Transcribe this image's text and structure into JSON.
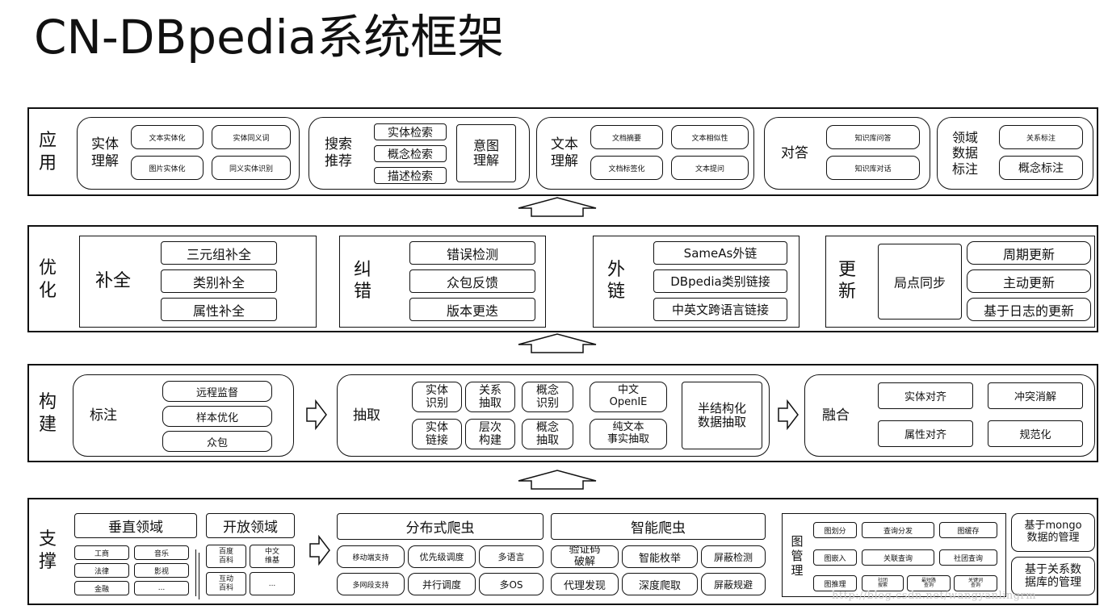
{
  "title": "CN-DBpedia系统框架",
  "watermark": "http://blog.csdn.net/wangyanlingrm",
  "app": {
    "name": "应\n用",
    "entity": {
      "label": "实体\n理解",
      "items": [
        "文本实体化",
        "实体同义词",
        "图片实体化",
        "同义实体识别"
      ]
    },
    "search": {
      "label": "搜索\n推荐",
      "items": [
        "实体检索",
        "概念检索",
        "描述检索"
      ],
      "intent": "意图\n理解"
    },
    "text": {
      "label": "文本\n理解",
      "items": [
        "文档摘要",
        "文本相似性",
        "文档标签化",
        "文本提问"
      ]
    },
    "qa": {
      "label": "对答",
      "items": [
        "知识库问答",
        "知识库对话"
      ]
    },
    "domain": {
      "label": "领域\n数据\n标注",
      "items": [
        "关系标注",
        "概念标注"
      ]
    }
  },
  "opt": {
    "name": "优\n化",
    "complete": {
      "label": "补全",
      "items": [
        "三元组补全",
        "类别补全",
        "属性补全"
      ]
    },
    "correct": {
      "label": "纠\n错",
      "items": [
        "错误检测",
        "众包反馈",
        "版本更迭"
      ]
    },
    "link": {
      "label": "外\n链",
      "items": [
        "SameAs外链",
        "DBpedia类别链接",
        "中英文跨语言链接"
      ]
    },
    "update": {
      "label": "更\n新",
      "sync": "局点同步",
      "items": [
        "周期更新",
        "主动更新",
        "基于日志的更新"
      ]
    }
  },
  "build": {
    "name": "构\n建",
    "annotate": {
      "label": "标注",
      "items": [
        "远程监督",
        "样本优化",
        "众包"
      ]
    },
    "extract": {
      "label": "抽取",
      "items": [
        "实体\n识别",
        "关系\n抽取",
        "概念\n识别",
        "实体\n链接",
        "层次\n构建",
        "概念\n抽取"
      ],
      "openie": "中文\nOpenIE",
      "pure": "纯文本\n事实抽取",
      "semi": "半结构化\n数据抽取"
    },
    "fuse": {
      "label": "融合",
      "items": [
        "实体对齐",
        "冲突消解",
        "属性对齐",
        "规范化"
      ]
    }
  },
  "support": {
    "name": "支\n撑",
    "vertical": {
      "label": "垂直领域",
      "items": [
        "工商",
        "音乐",
        "法律",
        "影视",
        "金融",
        "..."
      ]
    },
    "open": {
      "label": "开放领域",
      "items": [
        "百度\n百科",
        "中文\n维基",
        "互动\n百科",
        "..."
      ]
    },
    "crawler": {
      "label": "分布式爬虫",
      "items": [
        "移动端支持",
        "优先级调度",
        "多语言",
        "多网段支持",
        "并行调度",
        "多OS"
      ]
    },
    "smart": {
      "label": "智能爬虫",
      "items": [
        "验证码\n破解",
        "智能枚举",
        "屏蔽检测",
        "代理发现",
        "深度爬取",
        "屏蔽规避"
      ]
    },
    "graph": {
      "label": "图\n管\n理",
      "items": [
        "图划分",
        "查询分发",
        "图缓存",
        "图嵌入",
        "关联查询",
        "社团查询",
        "图推理",
        "社团\n搜索",
        "最短路\n查询",
        "关键词\n查询"
      ]
    },
    "mongo": "基于mongo\n数据的管理",
    "rdb": "基于关系数\n据库的管理"
  }
}
